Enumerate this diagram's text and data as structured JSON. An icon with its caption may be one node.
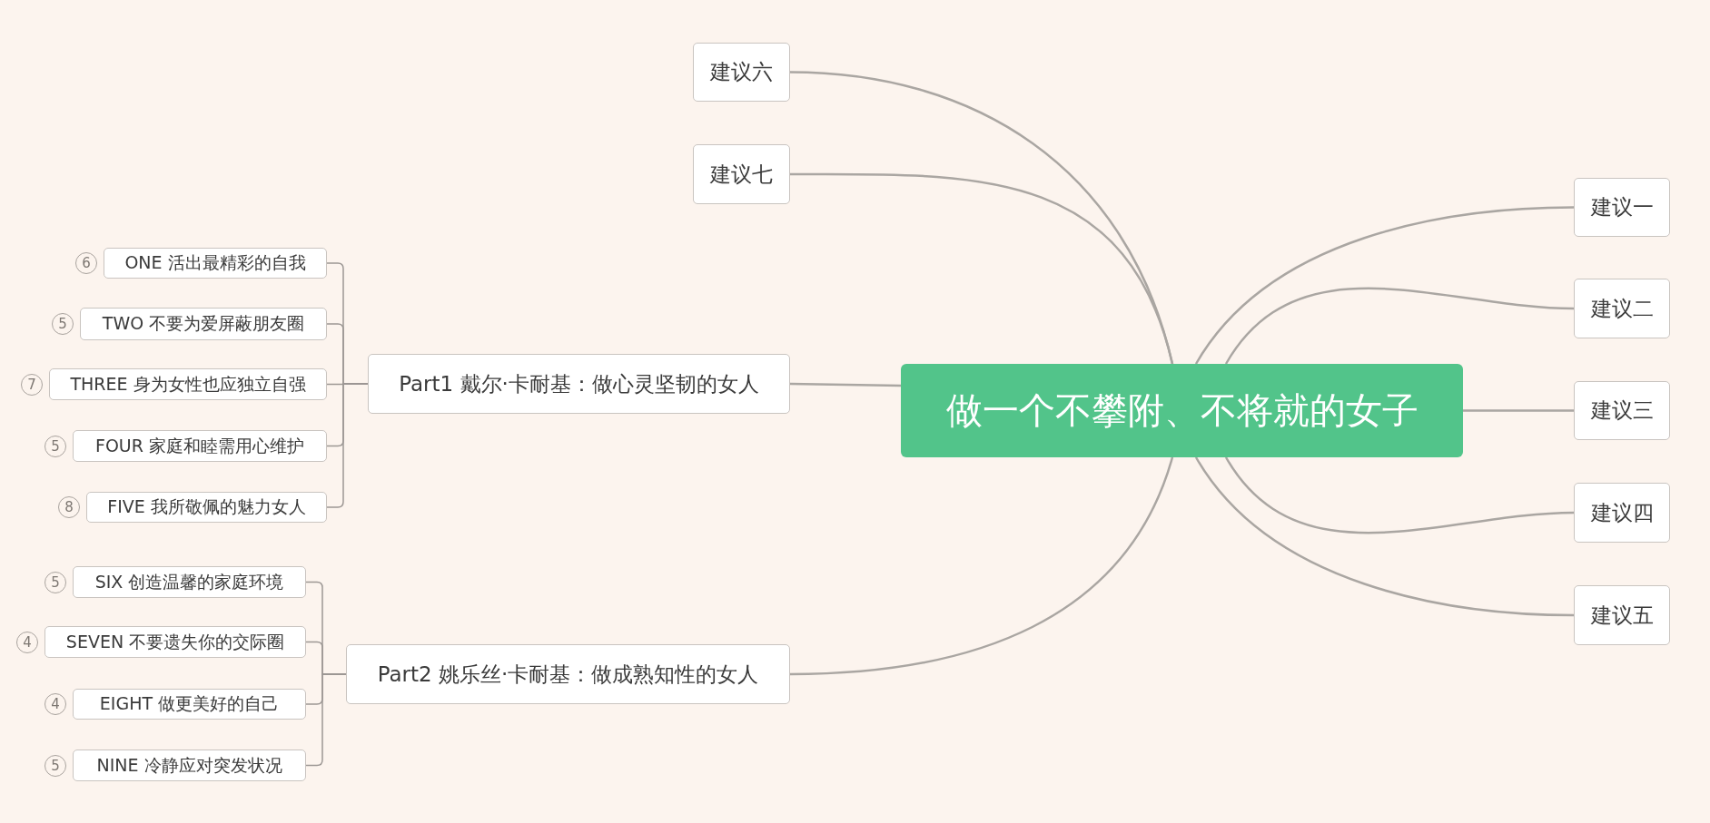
{
  "diagram": {
    "nodes": [
      {
        "text": [
          "做一个不攀附、不将就的女子"
        ]
      },
      {
        "text": [
          "建议六"
        ]
      },
      {
        "text": [
          "建议七"
        ]
      },
      {
        "text": [
          "建议一"
        ]
      },
      {
        "text": [
          "建议二"
        ]
      },
      {
        "text": [
          "建议三"
        ]
      },
      {
        "text": [
          "建议四"
        ]
      },
      {
        "text": [
          "建议五"
        ]
      },
      {
        "text": [
          "Part1 戴尔·卡耐基：做心灵坚韧的女人"
        ]
      },
      {
        "text": [
          "ONE 活出最精彩的自我"
        ],
        "beside": [
          "6"
        ]
      },
      {
        "text": [
          "TWO 不要为爱屏蔽朋友圈"
        ],
        "beside": [
          "5"
        ]
      },
      {
        "text": [
          "THREE 身为女性也应独立自强"
        ],
        "beside": [
          "7"
        ]
      },
      {
        "text": [
          "FOUR 家庭和睦需用心维护"
        ],
        "beside": [
          "5"
        ]
      },
      {
        "text": [
          "FIVE 我所敬佩的魅力女人"
        ],
        "beside": [
          "8"
        ]
      },
      {
        "text": [
          "Part2 姚乐丝·卡耐基：做成熟知性的女人"
        ]
      },
      {
        "text": [
          "SIX 创造温馨的家庭环境"
        ],
        "beside": [
          "5"
        ]
      },
      {
        "text": [
          "SEVEN 不要遗失你的交际圈"
        ],
        "beside": [
          "4"
        ]
      },
      {
        "text": [
          "EIGHT 做更美好的自己"
        ],
        "beside": [
          "4"
        ]
      },
      {
        "text": [
          "NINE 冷静应对突发状况"
        ],
        "beside": [
          "5"
        ]
      }
    ],
    "edges": [
      {
        "from": 0,
        "to": 1,
        "arrow": "none"
      },
      {
        "from": 0,
        "to": 2,
        "arrow": "none"
      },
      {
        "from": 0,
        "to": 3,
        "arrow": "none"
      },
      {
        "from": 0,
        "to": 4,
        "arrow": "none"
      },
      {
        "from": 0,
        "to": 5,
        "arrow": "none"
      },
      {
        "from": 0,
        "to": 6,
        "arrow": "none"
      },
      {
        "from": 0,
        "to": 7,
        "arrow": "none"
      },
      {
        "from": 0,
        "to": 8,
        "arrow": "none"
      },
      {
        "from": 8,
        "to": 9,
        "arrow": "none"
      },
      {
        "from": 8,
        "to": 10,
        "arrow": "none"
      },
      {
        "from": 8,
        "to": 11,
        "arrow": "none"
      },
      {
        "from": 8,
        "to": 12,
        "arrow": "none"
      },
      {
        "from": 8,
        "to": 13,
        "arrow": "none"
      },
      {
        "from": 0,
        "to": 14,
        "arrow": "none"
      },
      {
        "from": 14,
        "to": 15,
        "arrow": "none"
      },
      {
        "from": 14,
        "to": 16,
        "arrow": "none"
      },
      {
        "from": 14,
        "to": 17,
        "arrow": "none"
      },
      {
        "from": 14,
        "to": 18,
        "arrow": "none"
      }
    ]
  }
}
